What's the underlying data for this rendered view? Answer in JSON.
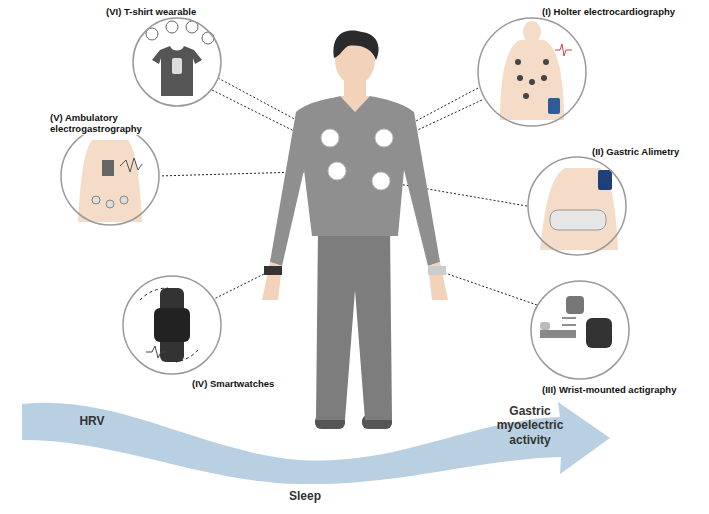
{
  "diagram": {
    "nodes": [
      {
        "text": [
          "(VI) T-shirt wearable"
        ]
      },
      {
        "text": [
          "(I) Holter electrocardiography"
        ]
      },
      {
        "text": [
          "(V) Ambulatory electrogastrography"
        ]
      },
      {
        "text": [
          "(II) Gastric Alimetry"
        ]
      },
      {
        "text": [
          "(IV) Smartwatches"
        ]
      },
      {
        "text": [
          "(III) Wrist-mounted actigraphy"
        ]
      }
    ],
    "labels": [
      "HRV",
      "Sleep",
      "Gastric myoelectric activity"
    ]
  }
}
